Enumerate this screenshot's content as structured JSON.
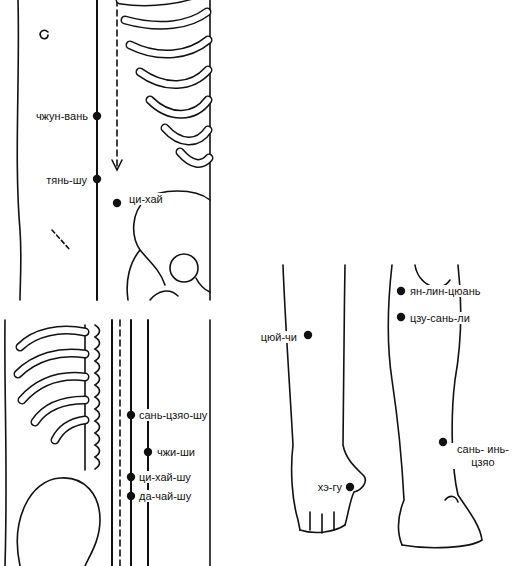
{
  "diagram": {
    "labels": [
      "чжун-вань",
      "тянь-шу",
      "ци-хай",
      "ян-лин-цюань",
      "цзу-сань-ли",
      "цюй-чи",
      "сань-цзяо-шу",
      "чжи-ши",
      "ци-хай-шу",
      "сань- инь-цзяо",
      "да-чай-шу",
      "хэ-гу"
    ]
  }
}
